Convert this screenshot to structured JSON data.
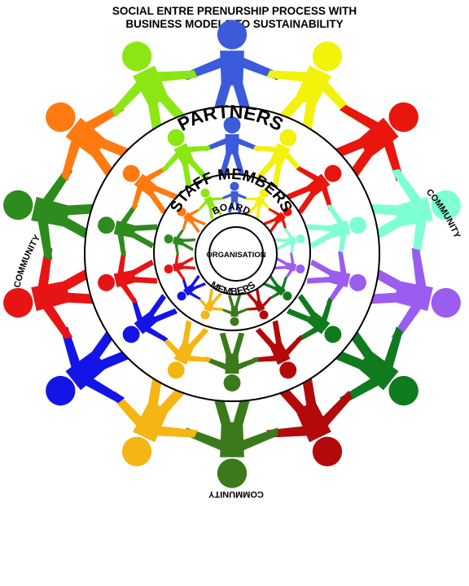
{
  "title": {
    "line1": "SOCIAL ENTRE PRENURSHIP PROCESS WITH",
    "line2": "BUSINESS MODELS TO SUSTAINABILITY"
  },
  "rings": {
    "partners": "PARTNERS",
    "staff_members": "STAFF MEMBERS",
    "board": "BOARD",
    "members": "MEMBERS",
    "organisation": "ORGANISATION"
  },
  "community_labels": [
    "COMMUNITY",
    "COMMUNITY",
    "COMMUNITY"
  ],
  "figure_palette": [
    "#3b5bdb",
    "#f2f20a",
    "#e8160c",
    "#7fffd4",
    "#9b5cf0",
    "#0f7a1e",
    "#b20a0a",
    "#3a7a1a",
    "#f5b614",
    "#1414e6",
    "#e61414",
    "#2e8b1e",
    "#ff7a10",
    "#8ce614"
  ],
  "colors": {
    "ring_stroke": "#000000",
    "text": "#000000"
  }
}
